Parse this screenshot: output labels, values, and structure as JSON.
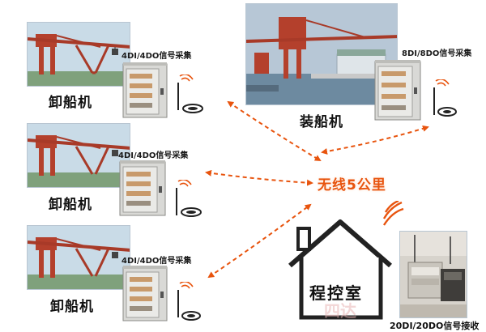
{
  "colors": {
    "arrow": "#e8540e",
    "center_text": "#e8540e",
    "crane": "#b4402c",
    "sky": "#c9dbe7",
    "cabinet": "#d9d9d6"
  },
  "center_label": "无线5公里",
  "control_room_label": "程控室",
  "watermark": "四达",
  "stations": [
    {
      "crane_label": "卸船机",
      "signal_label": "4DI/4DO信号采集"
    },
    {
      "crane_label": "卸船机",
      "signal_label": "4DI/4DO信号采集"
    },
    {
      "crane_label": "卸船机",
      "signal_label": "4DI/4DO信号采集"
    },
    {
      "crane_label": "装船机",
      "signal_label": "8DI/8DO信号采集"
    }
  ],
  "receiver": {
    "signal_label": "20DI/20DO信号接收"
  },
  "icons": [
    "antenna-icon",
    "radio-waves-icon",
    "house-icon"
  ]
}
